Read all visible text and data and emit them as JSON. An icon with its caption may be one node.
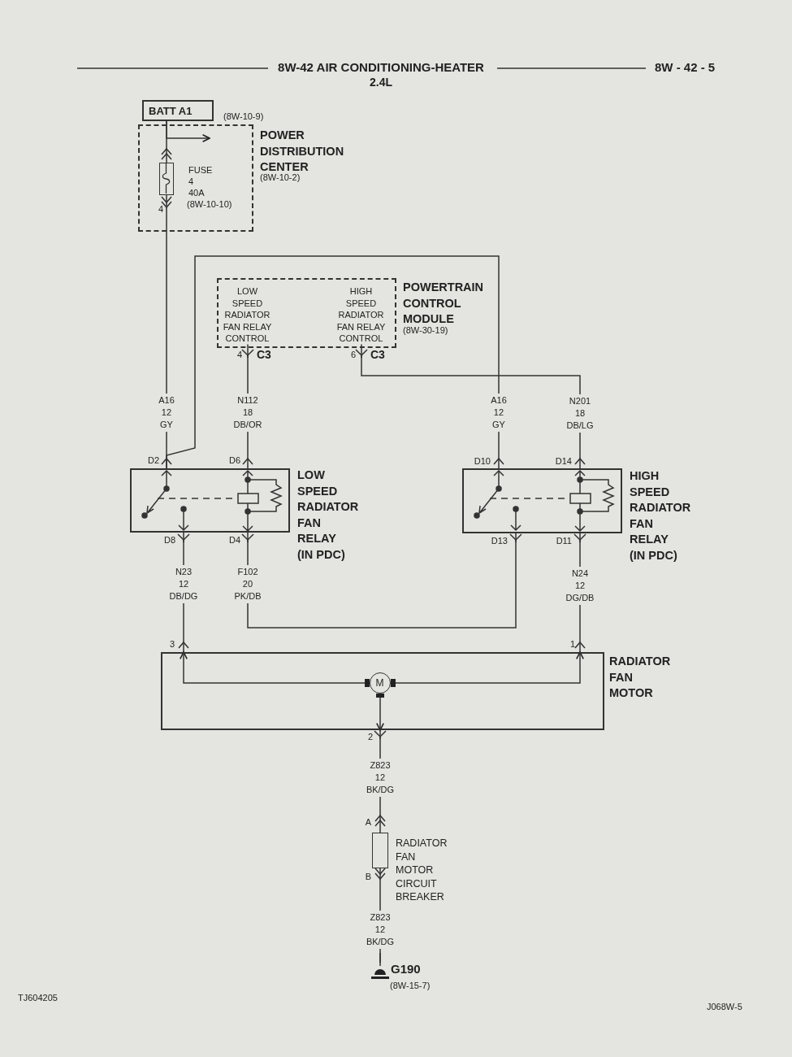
{
  "diagram": {
    "title": "8W-42 AIR CONDITIONING-HEATER",
    "nodes": [
      {
        "text": [
          "BATT A1"
        ],
        "beside": [
          "(8W-10-9)"
        ]
      },
      {
        "text": [
          "POWER DISTRIBUTION CENTER",
          "(8W-10-2)"
        ]
      },
      {
        "text": [],
        "shape": "box",
        "in": 1,
        "beside": [
          "FUSE",
          "4",
          "40A",
          "(8W-10-10)"
        ]
      },
      {
        "text": [
          "POWERTRAIN CONTROL MODULE",
          "(8W-30-19)"
        ]
      },
      {
        "text": [
          "LOW SPEED RADIATOR FAN RELAY CONTROL"
        ],
        "in": 3
      },
      {
        "text": [
          "HIGH SPEED RADIATOR FAN RELAY CONTROL"
        ],
        "in": 3
      },
      {
        "text": [
          "LOW SPEED RADIATOR FAN RELAY",
          "(IN PDC)"
        ]
      },
      {
        "text": [
          "HIGH SPEED RADIATOR FAN RELAY",
          "(IN PDC)"
        ]
      },
      {
        "text": [
          "RADIATOR FAN MOTOR"
        ]
      },
      {
        "text": [
          "M"
        ],
        "in": 8
      },
      {
        "text": [
          "RADIATOR FAN MOTOR CIRCUIT BREAKER"
        ]
      },
      {
        "text": [
          "G190",
          "(8W-15-7)"
        ]
      }
    ],
    "edges": [
      {
        "from": 0,
        "to": 2,
        "arrow": "other"
      },
      {
        "from": 0,
        "to": 1,
        "arrow": "to"
      },
      {
        "from": 2,
        "to": 6,
        "arrow": "other",
        "label": "A16 12 GY"
      },
      {
        "from": 6,
        "to": 7,
        "arrow": "other",
        "label": "A16 12 GY"
      },
      {
        "from": 4,
        "to": 6,
        "arrow": "other",
        "label": "N112 18 DB/OR"
      },
      {
        "from": 5,
        "to": 7,
        "arrow": "other",
        "label": "N201 18 DB/LG"
      },
      {
        "from": 6,
        "to": 8,
        "arrow": "other",
        "label": "N23 12 DB/DG"
      },
      {
        "from": 6,
        "to": 7,
        "arrow": "other",
        "label": "F102 20 PK/DB"
      },
      {
        "from": 7,
        "to": 8,
        "arrow": "other",
        "label": "N24 12 DG/DB"
      },
      {
        "from": 8,
        "to": 10,
        "arrow": "other",
        "label": "Z823 12 BK/DG"
      },
      {
        "from": 10,
        "to": 11,
        "arrow": "other",
        "label": "Z823 12 BK/DG"
      },
      {
        "from": 9,
        "to": 8,
        "arrow": "to"
      },
      {
        "from": 9,
        "to": 8,
        "arrow": "to"
      },
      {
        "from": 9,
        "to": 8,
        "arrow": "to"
      }
    ],
    "labels": [
      "2.4L",
      "8W - 42 - 5",
      "4",
      "4",
      "C3",
      "6",
      "C3",
      "D2",
      "D6",
      "D10",
      "D14",
      "D8",
      "D4",
      "D13",
      "D11",
      "3",
      "1",
      "2",
      "A",
      "B",
      "TJ604205",
      "J068W-5"
    ]
  }
}
